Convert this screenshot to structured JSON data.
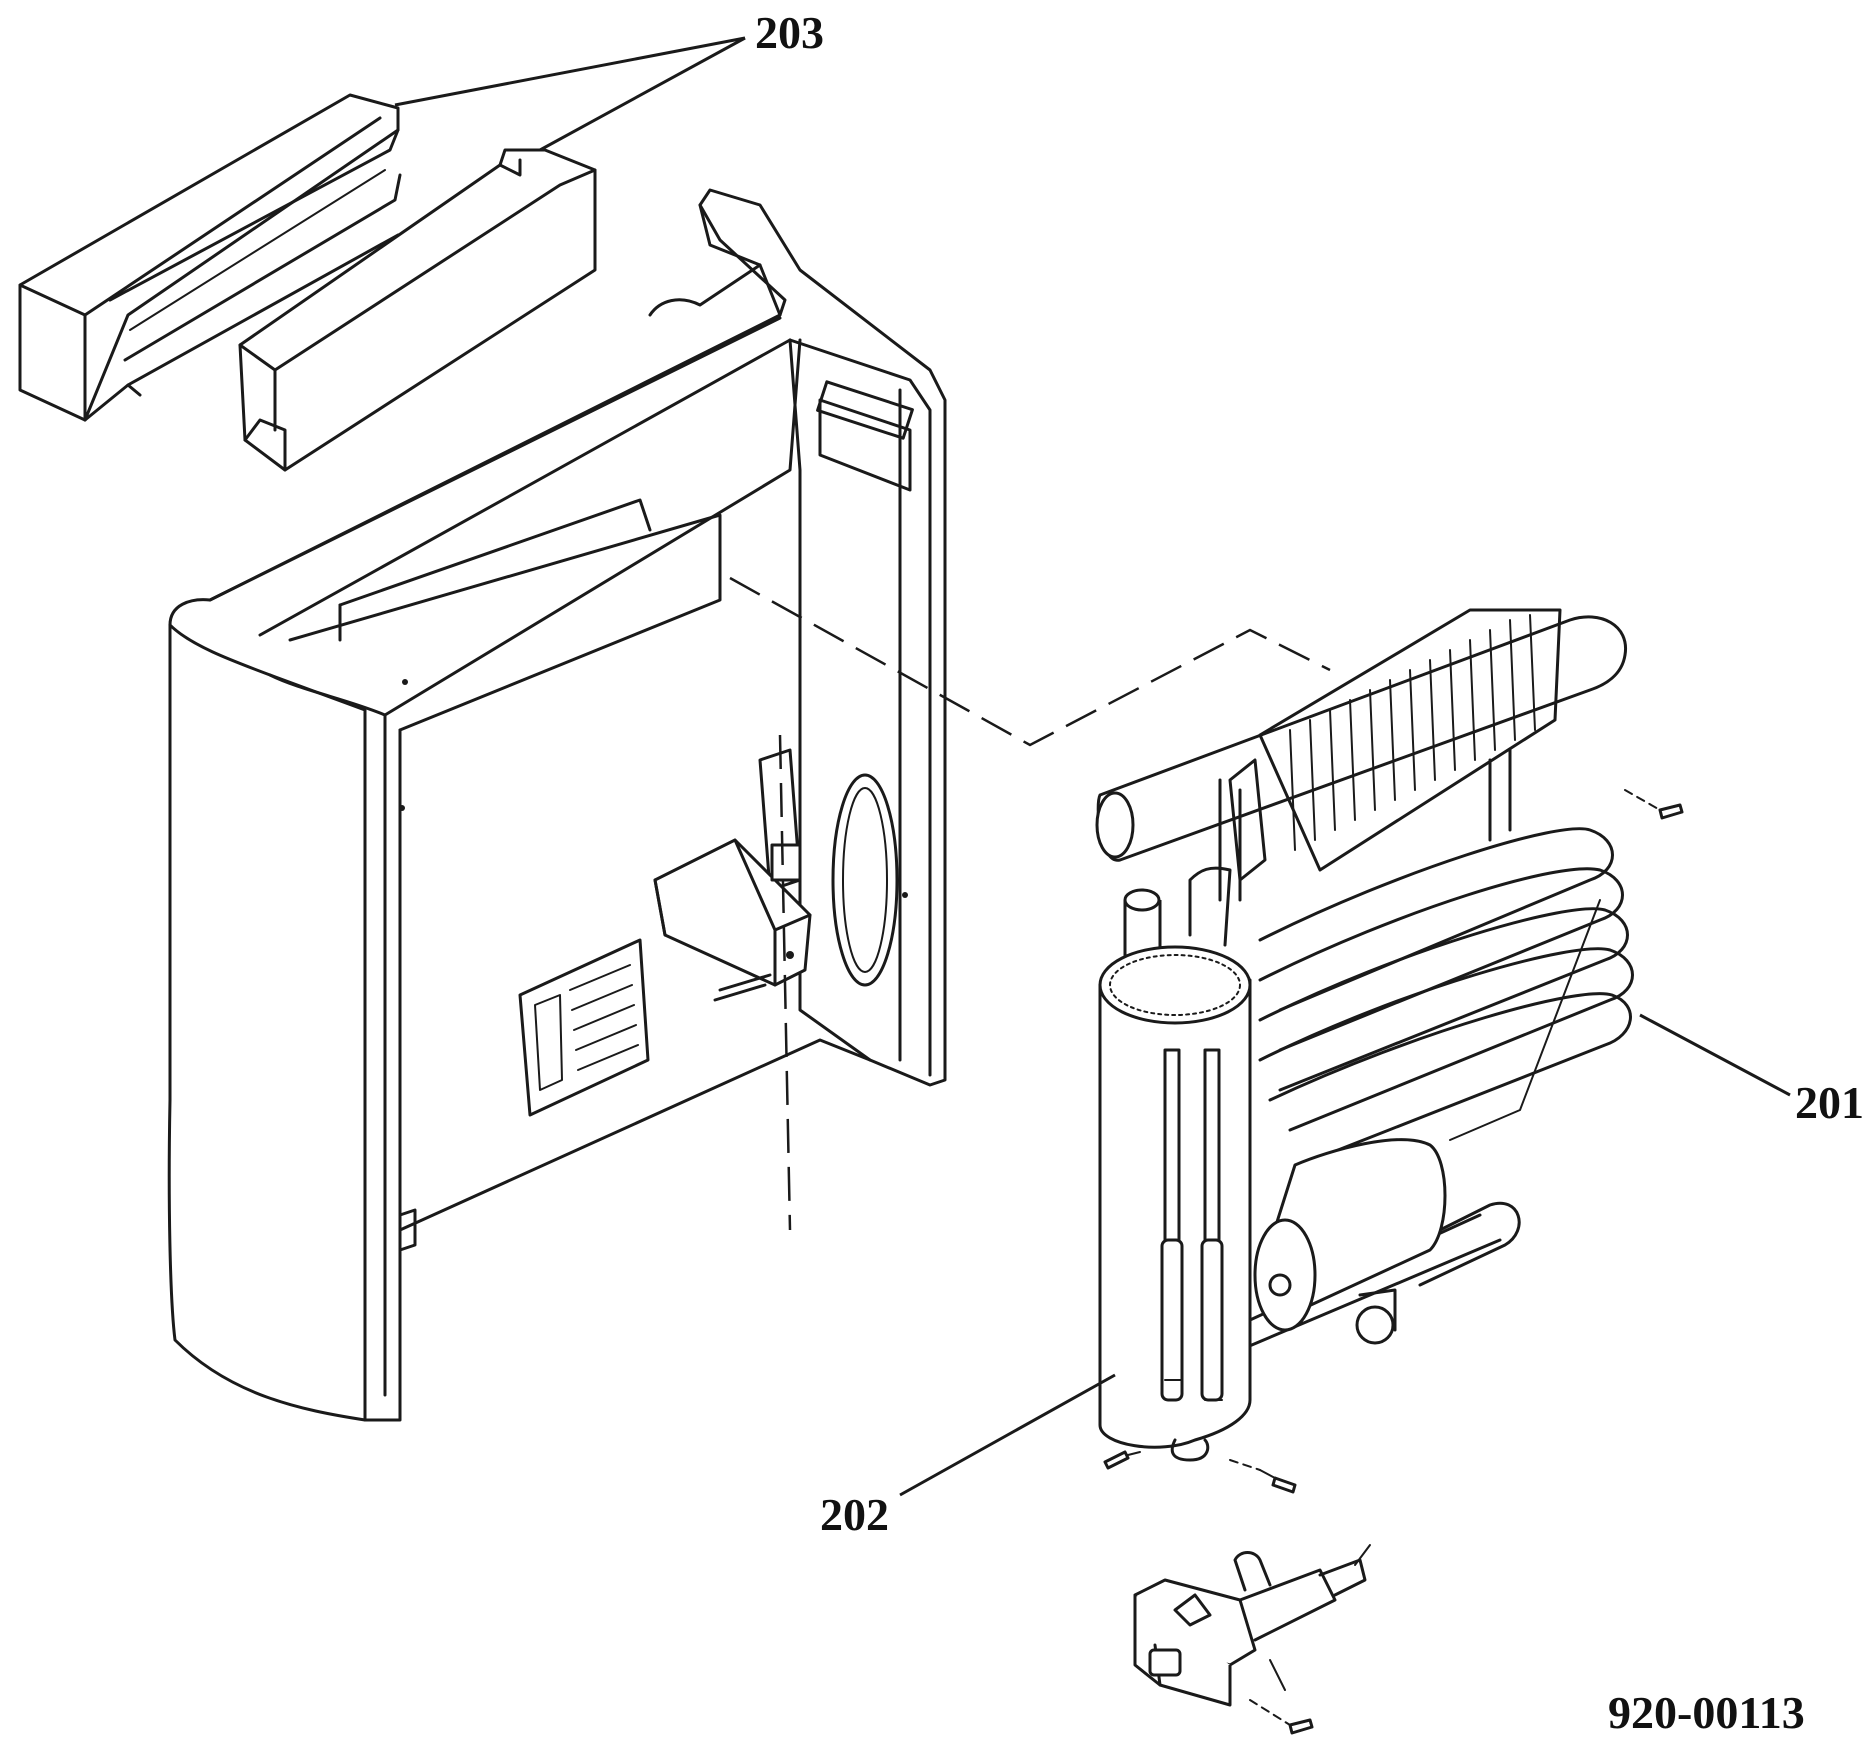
{
  "callouts": {
    "c203": "203",
    "c201": "201",
    "c202": "202"
  },
  "document_number": "920-00113",
  "colors": {
    "ink": "#1a1a1a",
    "background": "#ffffff"
  }
}
